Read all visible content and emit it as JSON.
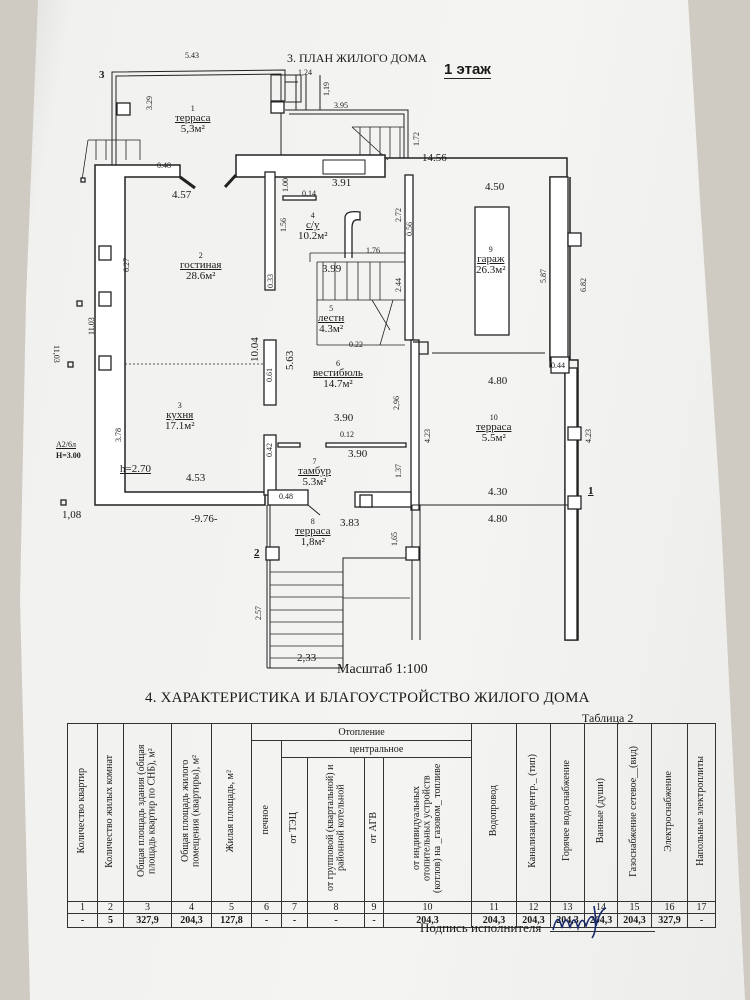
{
  "plan": {
    "title": "3. ПЛАН ЖИЛОГО ДОМА",
    "floor": "1 этаж",
    "scale": "Масштаб 1:100",
    "rooms": [
      {
        "num": "1",
        "name": "терраса",
        "area": "5,3м²"
      },
      {
        "num": "2",
        "name": "гостиная",
        "area": "28.6м²"
      },
      {
        "num": "3",
        "name": "кухня",
        "area": "17.1м²"
      },
      {
        "num": "4",
        "name": "с/у",
        "area": "10.2м²"
      },
      {
        "num": "5",
        "name": "лестн",
        "area": "4.3м²"
      },
      {
        "num": "6",
        "name": "вестибюль",
        "area": "14.7м²"
      },
      {
        "num": "7",
        "name": "тамбур",
        "area": "5.3м²"
      },
      {
        "num": "8",
        "name": "терраса",
        "area": "1,8м²"
      },
      {
        "num": "9",
        "name": "гараж",
        "area": "26.3м²"
      },
      {
        "num": "10",
        "name": "терраса",
        "area": "5.5м²"
      }
    ],
    "dims": [
      "5.43",
      "1,24",
      "1,19",
      "3.95",
      "1.72",
      "3.29",
      "14.56",
      "0.48",
      "4.57",
      "3.91",
      "4.50",
      "1.00",
      "0.14",
      "1.56",
      "2.72",
      "1.76",
      "3.99",
      "2.44",
      "6.27",
      "0.33",
      "5.87",
      "6.82",
      "11,03",
      "11.03",
      "10.04",
      "5.63",
      "0.22",
      "0.44",
      "4.80",
      "3.78",
      "3.90",
      "2,96",
      "0.12",
      "3.90",
      "0.42",
      "4.23",
      "4.23",
      "1.37",
      "4.53",
      "0.48",
      "4.30",
      "4.80",
      "-9.76-",
      "3.83",
      "1,65",
      "2.57",
      "2,33",
      "1,08",
      "0.61",
      "0.56"
    ],
    "markers": [
      "3",
      "2",
      "1"
    ],
    "height_note": "h=2.70",
    "lit_note": "А2/6л",
    "h_note": "Н=3.00"
  },
  "section4": {
    "title": "4. ХАРАКТЕРИСТИКА И БЛАГОУСТРОЙСТВО ЖИЛОГО ДОМА",
    "table_no": "Таблица 2",
    "heating_header": "Отопление",
    "central_header": "центральное",
    "headers": [
      "Количество квартир",
      "Количество жилых комнат",
      "Общая площадь здания (общая площадь квартир по СНБ), м²",
      "Общая площадь жилого помещения (квартиры), м²",
      "Жилая площадь, м²",
      "печное",
      "от ТЭЦ",
      "от групповой (квартальной) и районной котельной",
      "от АГВ",
      "от индивидуальных отопительных устройств (котлов) на _газовом_ топливе",
      "Водопровод",
      "Канализация центр._ (тип)",
      "Горячее водоснабжение",
      "Ванные (души)",
      "Газоснабжение сетевое__(вид)",
      "Электроснабжение",
      "Напольные электроплиты"
    ],
    "numbers": [
      "1",
      "2",
      "3",
      "4",
      "5",
      "6",
      "7",
      "8",
      "9",
      "10",
      "11",
      "12",
      "13",
      "14",
      "15",
      "16",
      "17"
    ],
    "values": [
      "-",
      "5",
      "327,9",
      "204,3",
      "127,8",
      "-",
      "-",
      "-",
      "-",
      "204,3",
      "204,3",
      "204,3",
      "204,3",
      "204,3",
      "204,3",
      "327,9",
      "-"
    ]
  },
  "signature": {
    "label": "Подпись исполнителя"
  }
}
